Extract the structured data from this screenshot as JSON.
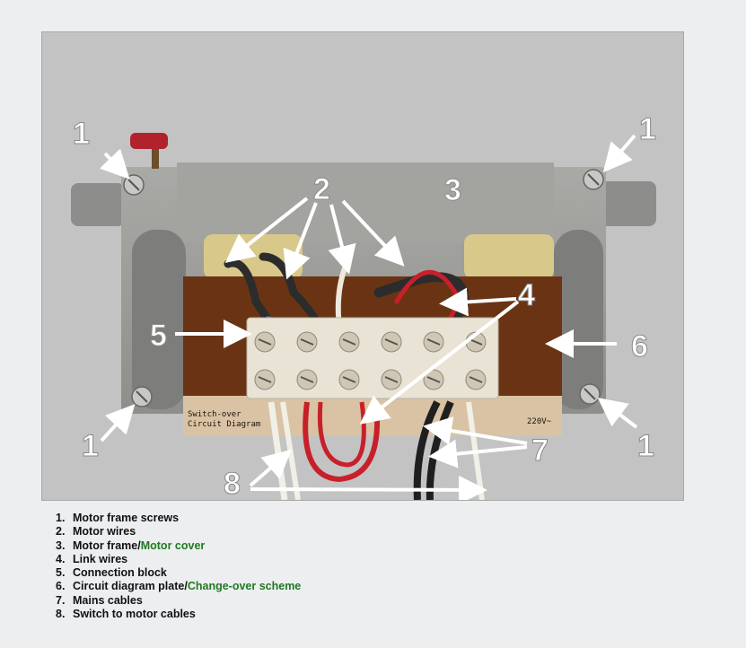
{
  "callouts": {
    "screw_top_left": "1",
    "screw_top_right": "1",
    "screw_bottom_left": "1",
    "screw_bottom_right": "1",
    "motor_wires": "2",
    "motor_frame": "3",
    "link_wires": "4",
    "connection_block": "5",
    "circuit_plate": "6",
    "mains_cables": "7",
    "switch_cables": "8"
  },
  "plate_text": {
    "line1": "Switch-over",
    "line2": "Circuit Diagram",
    "voltage": "220V~"
  },
  "legend": [
    {
      "number": "1.",
      "label": "Motor frame screws",
      "sep": "",
      "alt": ""
    },
    {
      "number": "2.",
      "label": "Motor wires",
      "sep": "",
      "alt": ""
    },
    {
      "number": "3.",
      "label": "Motor frame",
      "sep": "/",
      "alt": "Motor cover"
    },
    {
      "number": "4.",
      "label": "Link wires",
      "sep": "",
      "alt": ""
    },
    {
      "number": "5.",
      "label": "Connection block",
      "sep": "",
      "alt": ""
    },
    {
      "number": "6.",
      "label": "Circuit diagram plate",
      "sep": "/",
      "alt": "Change-over scheme"
    },
    {
      "number": "7.",
      "label": "Mains cables",
      "sep": "",
      "alt": ""
    },
    {
      "number": "8.",
      "label": "Switch to motor cables",
      "sep": "",
      "alt": ""
    }
  ],
  "colors": {
    "background": "#eceef0",
    "photo_background": "#c3c3c3",
    "link_text": "#1f7a1f"
  }
}
